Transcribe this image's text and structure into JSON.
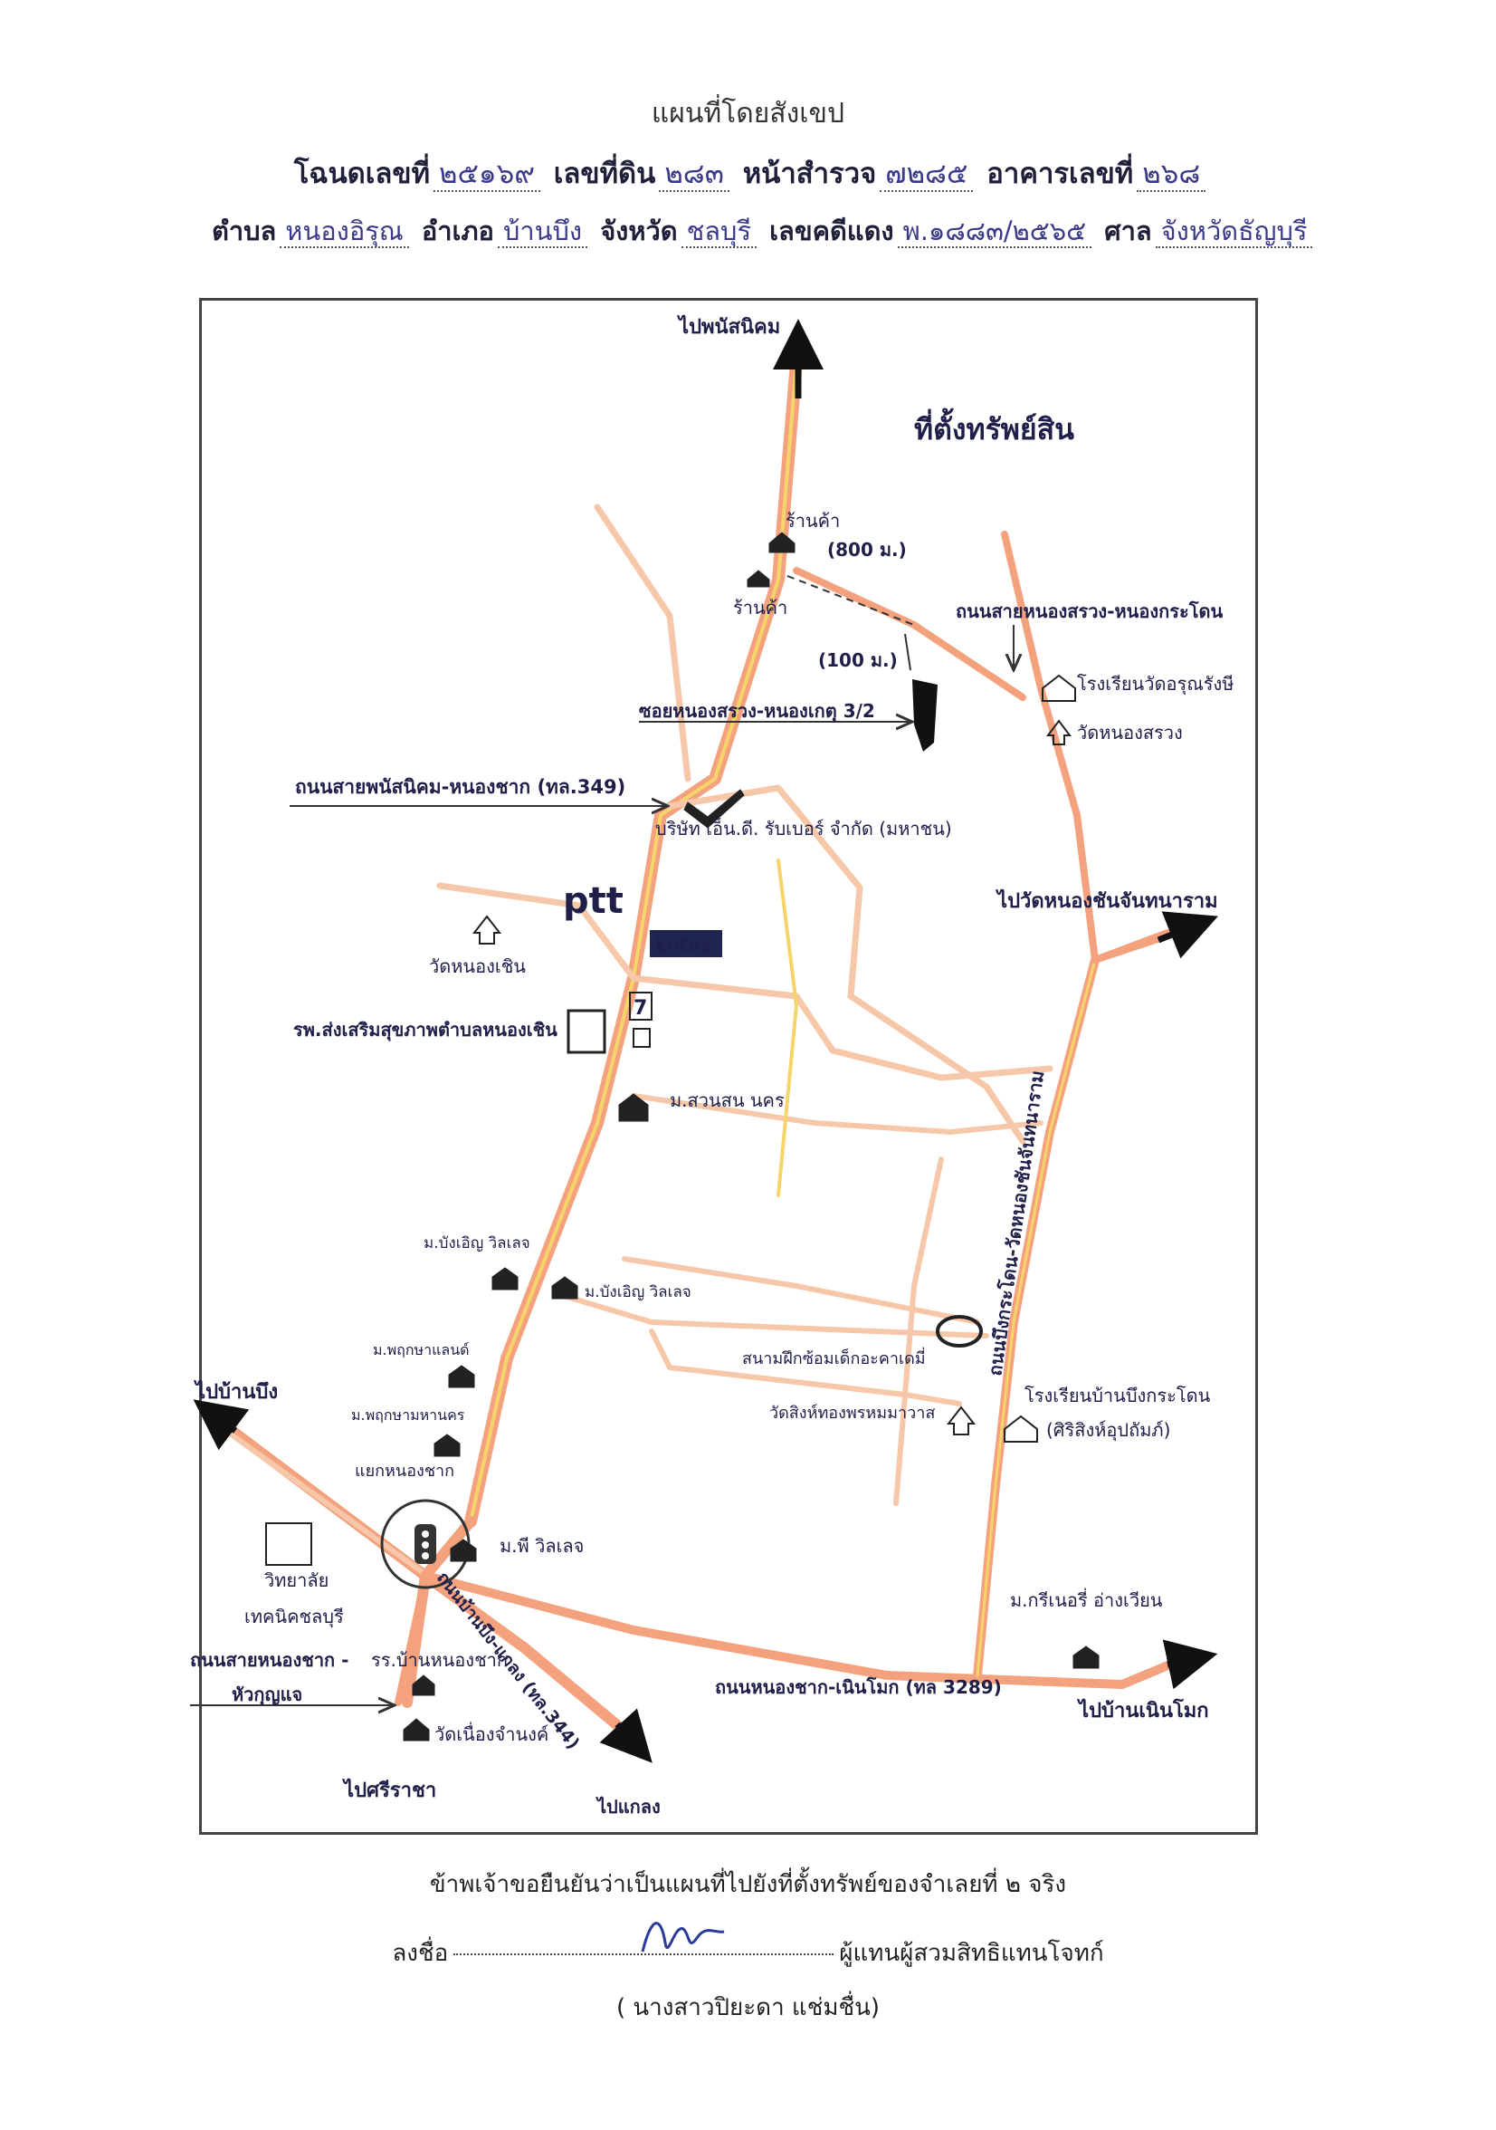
{
  "header": {
    "title": "แผนที่โดยสังเขป",
    "deed_label": "โฉนดเลขที่",
    "deed_no": "๒๕๑๖๙",
    "land_label": "เลขที่ดิน",
    "land_no": "๒๘๓",
    "survey_label": "หน้าสำรวจ",
    "survey_no": "๗๒๘๕",
    "building_label": "อาคารเลขที่",
    "building_no": "๒๖๘",
    "subdistrict_label": "ตำบล",
    "subdistrict": "หนองอิรุณ",
    "district_label": "อำเภอ",
    "district": "บ้านบึง",
    "province_label": "จังหวัด",
    "province": "ชลบุรี",
    "case_label": "เลขคดีแดง",
    "case_no": "พ.๑๘๘๓/๒๕๖๕",
    "court_label": "ศาล",
    "court": "จังหวัดธัญบุรี"
  },
  "map": {
    "property_title": "ที่ตั้งทรัพย์สิน",
    "to_phanat": "ไปพนัสนิคม",
    "shop_top": "ร้านค้า",
    "shop_bottom": "ร้านค้า",
    "dist_800": "(800 ม.)",
    "dist_100": "(100 ม.)",
    "road_nongsuang": "ถนนสายหนองสรวง-หนองกระโดน",
    "school_watarun": "โรงเรียนวัดอรุณรังษี",
    "wat_nongsuang": "วัดหนองสรวง",
    "soi_nongket": "ซอยหนองสรวง-หนองเกตุ 3/2",
    "road_349": "ถนนสายพนัสนิคม-หนองชาก (ทล.349)",
    "company": "บริษัท เอ็น.ดี. รับเบอร์ จำกัด (มหาชน)",
    "ptt": "ptt",
    "lotus": "Lotus",
    "seven": "7",
    "to_wat_nongkhanchan": "ไปวัดหนองชันจันทนาราม",
    "wat_nongchern": "วัดหนองเชิน",
    "health_center": "รพ.ส่งเสริมสุขภาพตำบลหนองเชิน",
    "suansan": "ม.สวนสน นคร",
    "road_vertical": "ถนนบึงกระโดน-วัดหนองชันจันทนาราม",
    "bangern1": "ม.บังเอิญ วิลเลจ",
    "bangern2": "ม.บังเอิญ วิลเลจ",
    "pruksa_land": "ม.พฤกษาแลนด์",
    "pruksa_mahanakorn": "ม.พฤกษามหานคร",
    "academy": "สนามฝึกซ้อมเด็กอะคาเดมี่",
    "wat_singthong": "วัดสิงห์ทองพรหมมาวาส",
    "school_bangkradon": "โรงเรียนบ้านบึงกระโดน",
    "school_bangkradon_sub": "(ศิริสิงห์อุปถัมภ์)",
    "to_banbueng": "ไปบ้านบึง",
    "intersection": "แยกหนองชาก",
    "college1": "วิทยาลัย",
    "college2": "เทคนิคชลบุรี",
    "p_village": "ม.พี วิลเลจ",
    "road_344": "ถนนบ้านบึง-แกลง (ทล.344)",
    "green_ang": "ม.กรีเนอรี่ อ่างเวียน",
    "road_3289": "ถนนหนองชาก-เนินโมก (ทล 3289)",
    "to_noenmok": "ไปบ้านเนินโมก",
    "road_huakunjae1": "ถนนสายหนองชาก -",
    "road_huakunjae2": "หัวกุญแจ",
    "school_nongchak": "รร.บ้านหนองชาก",
    "wat_nueang": "วัดเนื่องจำนงค์",
    "to_sriracha": "ไปศรีราชา",
    "to_klaeng": "ไปแกลง",
    "colors": {
      "road": "#f4a27e",
      "road_light": "#f6c7a8",
      "road_yellow": "#f5d56a",
      "ink": "#1f1f4a",
      "parcel": "#111111"
    }
  },
  "footer": {
    "confirm": "ข้าพเจ้าขอยืนยันว่าเป็นแผนที่ไปยังที่ตั้งทรัพย์ของจำเลยที่ ๒ จริง",
    "sign_label": "ลงชื่อ",
    "signer_role": "ผู้แทนผู้สวมสิทธิแทนโจทก์",
    "signer_name": "( นางสาวปิยะดา แช่มชื่น)"
  }
}
